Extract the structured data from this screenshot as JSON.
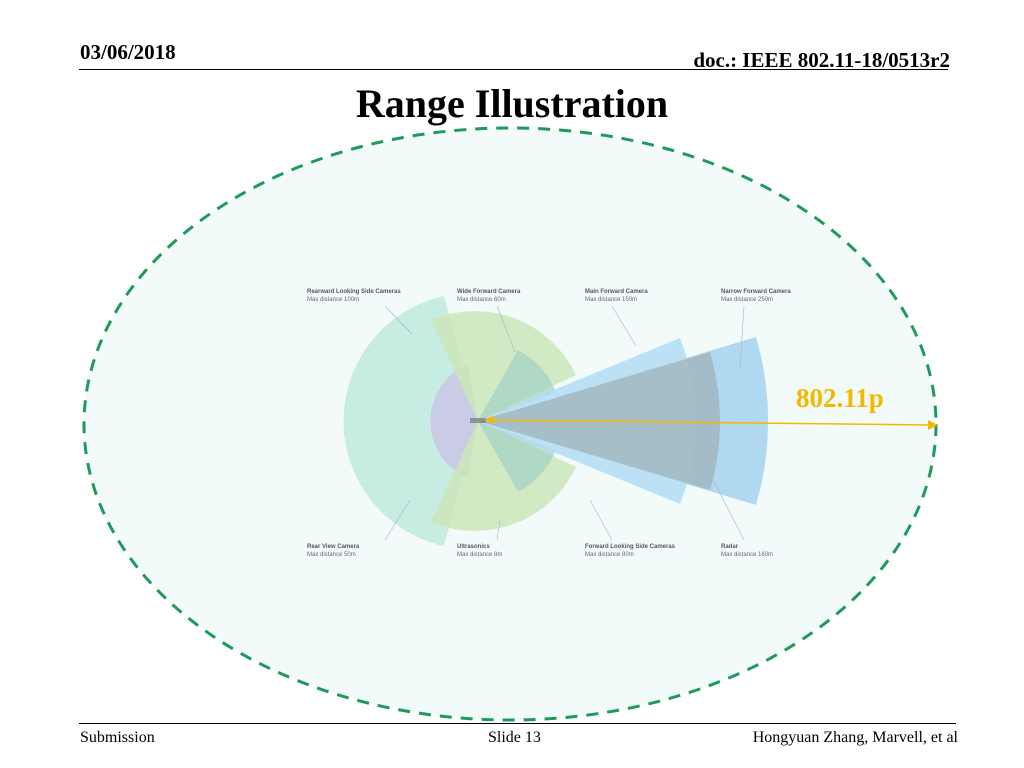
{
  "header": {
    "date": "03/06/2018",
    "doc": "doc.: IEEE 802.11-18/0513r2"
  },
  "title": "Range Illustration",
  "diagram": {
    "range_label": "802.11p",
    "sensors": [
      {
        "name": "Rearward Looking Side Cameras",
        "range": "Max distance 100m"
      },
      {
        "name": "Wide Forward Camera",
        "range": "Max distance 60m"
      },
      {
        "name": "Main Forward Camera",
        "range": "Max distance 150m"
      },
      {
        "name": "Narrow Forward Camera",
        "range": "Max distance 250m"
      },
      {
        "name": "Rear View Camera",
        "range": "Max distance 50m"
      },
      {
        "name": "Ultrasonics",
        "range": "Max distance 8m"
      },
      {
        "name": "Forward Looking Side Cameras",
        "range": "Max distance 80m"
      },
      {
        "name": "Radar",
        "range": "Max distance 160m"
      }
    ],
    "colors": {
      "range_ellipse_stroke": "#1e9a5a",
      "range_ellipse_fill": "#f2fbfa",
      "range_arrow": "#f5b800",
      "camera_blue": "#a9d4ee",
      "side_green": "#bfe9dc",
      "wide_green": "#cde6b8",
      "radar_gray": "#b8bcbc",
      "ultrasonic_purple": "#c9c9e4"
    }
  },
  "footer": {
    "left": "Submission",
    "center": "Slide 13",
    "right": "Hongyuan Zhang, Marvell, et al"
  }
}
